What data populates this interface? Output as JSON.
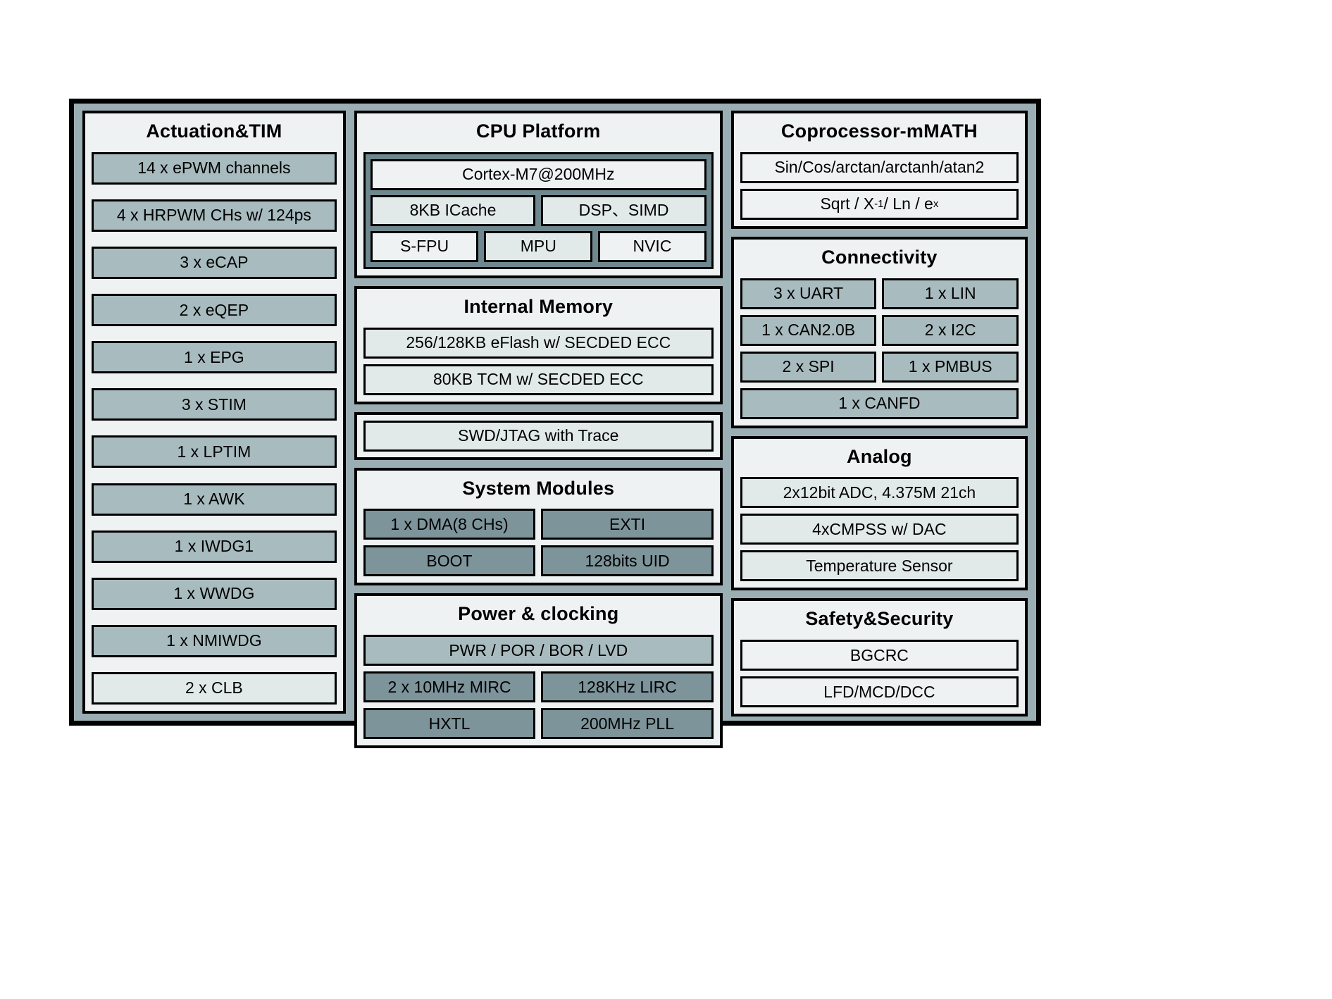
{
  "diagram": {
    "title": "MCU block diagram",
    "colors": {
      "frame_fill": "#9aaeb4",
      "panel_fill": "#eef2f3",
      "item_medium": "#a8bbbf",
      "item_light": "#e2e9e9",
      "item_dark": "#7d949a",
      "cpu_inner": "#6f878e",
      "border": "#000000"
    }
  },
  "left_column": {
    "actuation": {
      "title": "Actuation&TIM",
      "items": [
        {
          "label": "14 x ePWM channels",
          "tone": "t-mid"
        },
        {
          "label": "4 x HRPWM CHs w/ 124ps",
          "tone": "t-mid"
        },
        {
          "label": "3 x eCAP",
          "tone": "t-mid"
        },
        {
          "label": "2 x eQEP",
          "tone": "t-mid"
        },
        {
          "label": "1 x EPG",
          "tone": "t-mid"
        },
        {
          "label": "3 x STIM",
          "tone": "t-mid"
        },
        {
          "label": "1 x LPTIM",
          "tone": "t-mid"
        },
        {
          "label": "1 x AWK",
          "tone": "t-mid"
        },
        {
          "label": "1 x IWDG1",
          "tone": "t-mid"
        },
        {
          "label": "1 x WWDG",
          "tone": "t-mid"
        },
        {
          "label": "1 x NMIWDG",
          "tone": "t-mid"
        },
        {
          "label": "2 x CLB",
          "tone": "t-light"
        }
      ]
    }
  },
  "middle_column": {
    "cpu_platform": {
      "title": "CPU Platform",
      "core": {
        "label": "Cortex-M7@200MHz",
        "tone": "t-pale"
      },
      "row_a": [
        {
          "label": "8KB ICache",
          "tone": "t-light"
        },
        {
          "label": "DSP、SIMD",
          "tone": "t-light"
        }
      ],
      "row_b": [
        {
          "label": "S-FPU",
          "tone": "t-pale"
        },
        {
          "label": "MPU",
          "tone": "t-light"
        },
        {
          "label": "NVIC",
          "tone": "t-pale"
        }
      ]
    },
    "internal_memory": {
      "title": "Internal Memory",
      "items": [
        {
          "label": "256/128KB eFlash w/ SECDED ECC",
          "tone": "t-light"
        },
        {
          "label": "80KB TCM w/ SECDED ECC",
          "tone": "t-light"
        }
      ]
    },
    "debug": {
      "items": [
        {
          "label": "SWD/JTAG with Trace",
          "tone": "t-light"
        }
      ]
    },
    "system_modules": {
      "title": "System Modules",
      "row_a": [
        {
          "label": "1 x DMA(8 CHs)",
          "tone": "t-dark"
        },
        {
          "label": "EXTI",
          "tone": "t-dark"
        }
      ],
      "row_b": [
        {
          "label": "BOOT",
          "tone": "t-dark"
        },
        {
          "label": "128bits UID",
          "tone": "t-dark"
        }
      ]
    },
    "power_clocking": {
      "title": "Power & clocking",
      "wide": {
        "label": "PWR / POR / BOR / LVD",
        "tone": "t-mid"
      },
      "row_a": [
        {
          "label": "2 x 10MHz MIRC",
          "tone": "t-dark"
        },
        {
          "label": "128KHz LIRC",
          "tone": "t-dark"
        }
      ],
      "row_b": [
        {
          "label": "HXTL",
          "tone": "t-dark"
        },
        {
          "label": "200MHz PLL",
          "tone": "t-dark"
        }
      ]
    }
  },
  "right_column": {
    "coprocessor": {
      "title": "Coprocessor-mMATH",
      "items": [
        {
          "label": "Sin/Cos/arctan/arctanh/atan2",
          "tone": "t-pale"
        }
      ],
      "sqrt_line": {
        "pre": "Sqrt / X",
        "sup1": "-1",
        "mid": " / Ln / e",
        "sup2": "x"
      }
    },
    "connectivity": {
      "title": "Connectivity",
      "row_a": [
        {
          "label": "3 x UART",
          "tone": "t-mid"
        },
        {
          "label": "1 x LIN",
          "tone": "t-mid"
        }
      ],
      "row_b": [
        {
          "label": "1 x CAN2.0B",
          "tone": "t-mid"
        },
        {
          "label": "2 x I2C",
          "tone": "t-mid"
        }
      ],
      "row_c": [
        {
          "label": "2 x SPI",
          "tone": "t-mid"
        },
        {
          "label": "1 x PMBUS",
          "tone": "t-mid"
        }
      ],
      "wide": {
        "label": "1 x CANFD",
        "tone": "t-mid"
      }
    },
    "analog": {
      "title": "Analog",
      "items": [
        {
          "label": "2x12bit ADC, 4.375M 21ch",
          "tone": "t-light"
        },
        {
          "label": "4xCMPSS w/ DAC",
          "tone": "t-light"
        },
        {
          "label": "Temperature Sensor",
          "tone": "t-light"
        }
      ]
    },
    "safety_security": {
      "title": "Safety&Security",
      "items": [
        {
          "label": "BGCRC",
          "tone": "t-pale"
        },
        {
          "label": "LFD/MCD/DCC",
          "tone": "t-pale"
        }
      ]
    }
  }
}
